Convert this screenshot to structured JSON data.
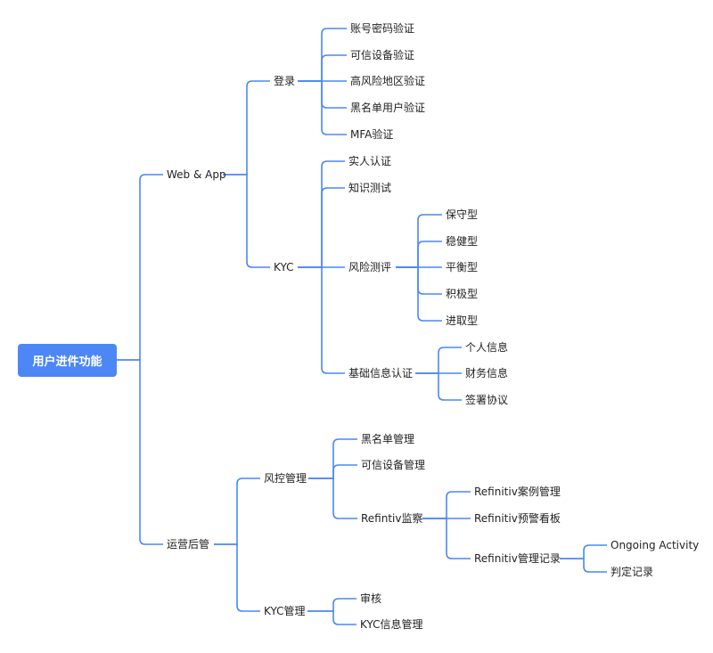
{
  "colors": {
    "line": "#4c87f5",
    "root_bg": "#4c87f5",
    "root_text": "#ffffff",
    "text": "#222222"
  },
  "root": {
    "label": "用户进件功能"
  },
  "branches": {
    "web_app": {
      "label": "Web & App",
      "login": {
        "label": "登录",
        "items": [
          "账号密码验证",
          "可信设备验证",
          "高风险地区验证",
          "黑名单用户验证",
          "MFA验证"
        ]
      },
      "kyc": {
        "label": "KYC",
        "items": [
          "实人认证",
          "知识测试"
        ],
        "risk": {
          "label": "风险测评",
          "items": [
            "保守型",
            "稳健型",
            "平衡型",
            "积极型",
            "进取型"
          ]
        },
        "basic": {
          "label": "基础信息认证",
          "items": [
            "个人信息",
            "财务信息",
            "签署协议"
          ]
        }
      }
    },
    "ops": {
      "label": "运营后管",
      "risk_mgmt": {
        "label": "风控管理",
        "items": [
          "黑名单管理",
          "可信设备管理"
        ],
        "refintiv": {
          "label": "Refintiv监察",
          "items": [
            "Refinitiv案例管理",
            "Refinitiv预警看板"
          ],
          "record": {
            "label": "Refinitiv管理记录",
            "items": [
              "Ongoing Activity",
              "判定记录"
            ]
          }
        }
      },
      "kyc_mgmt": {
        "label": "KYC管理",
        "items": [
          "审核",
          "KYC信息管理"
        ]
      }
    }
  }
}
